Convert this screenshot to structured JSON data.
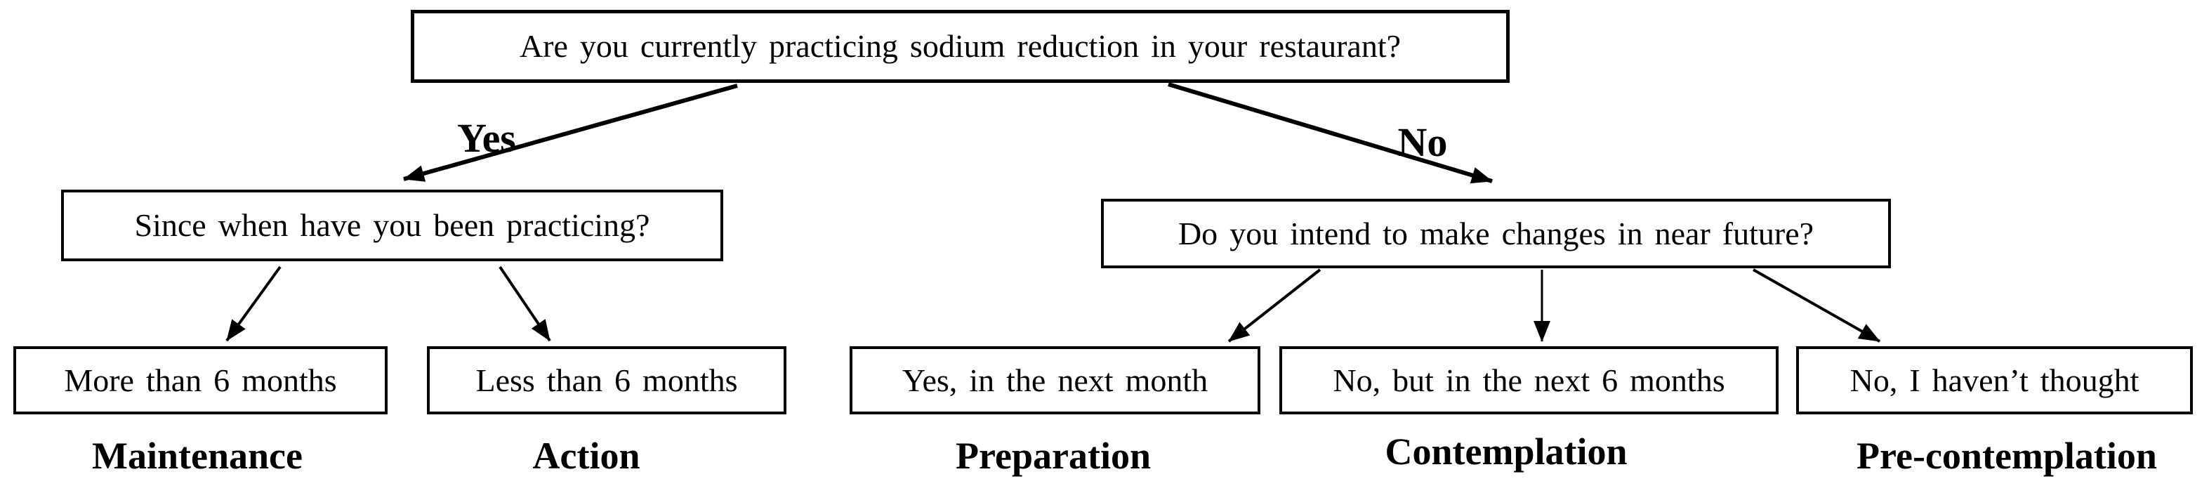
{
  "diagram": {
    "title_hint": "Stages of change decision tree",
    "root": {
      "question": "Are you currently practicing sodium reduction in your restaurant?"
    },
    "branches": [
      {
        "label": "Yes",
        "question": "Since when have you been practicing?",
        "options": [
          {
            "text": "More than 6 months",
            "stage": "Maintenance"
          },
          {
            "text": "Less than 6 months",
            "stage": "Action"
          }
        ]
      },
      {
        "label": "No",
        "question": "Do you intend to make changes in near future?",
        "options": [
          {
            "text": "Yes, in the next month",
            "stage": "Preparation"
          },
          {
            "text": "No, but in the next 6 months",
            "stage": "Contemplation"
          },
          {
            "text": "No, I haven’t thought",
            "stage": "Pre-contemplation"
          }
        ]
      }
    ],
    "colors": {
      "line": "#000000",
      "box_border": "#000000",
      "box_background": "#ffffff",
      "text": "#000000",
      "page_background": "#ffffff"
    }
  }
}
